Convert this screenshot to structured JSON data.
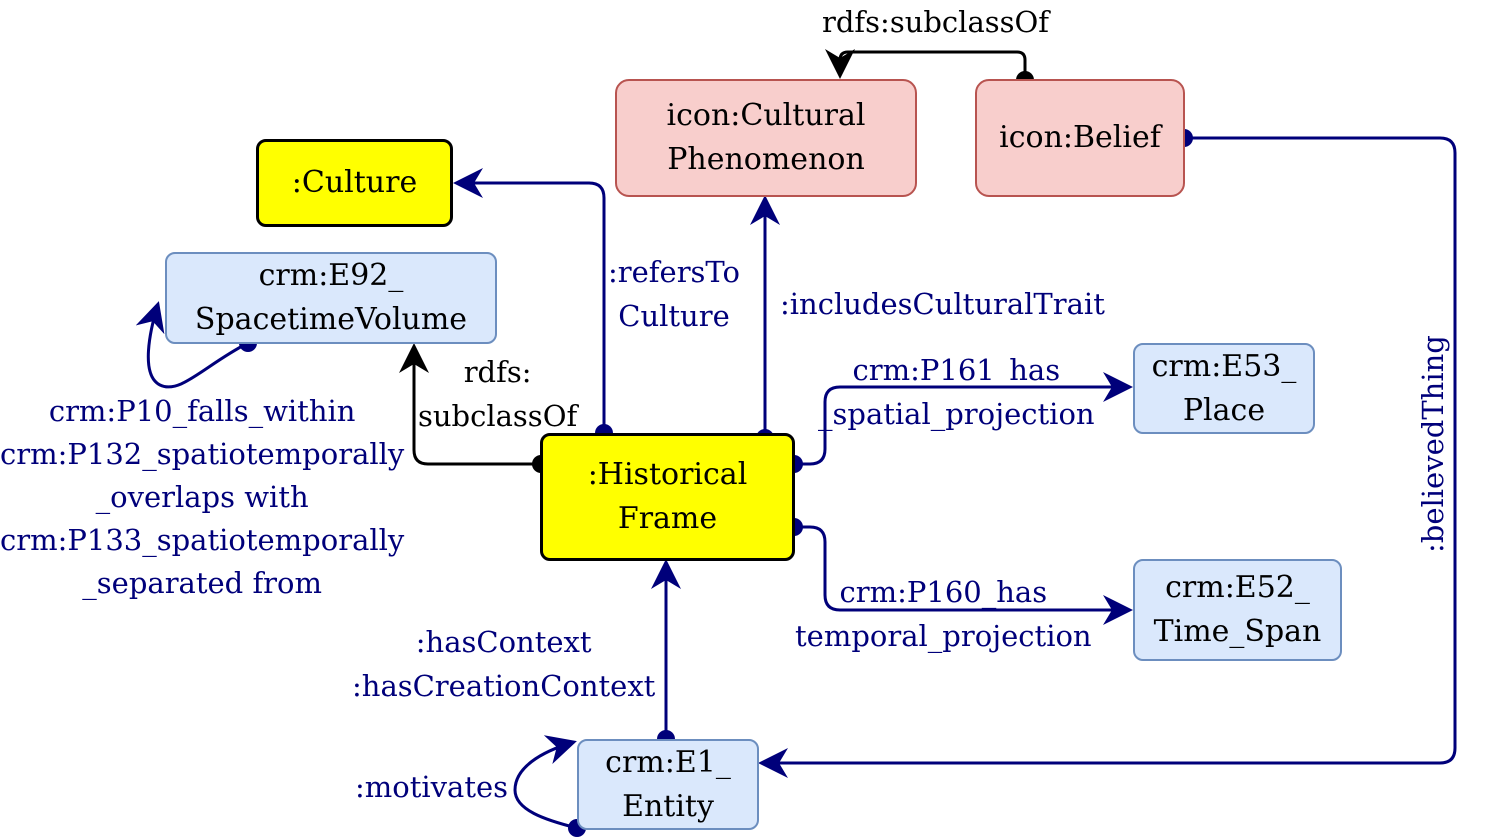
{
  "nodes": {
    "culture": ":Culture",
    "cultural_phenomenon": [
      "icon:Cultural",
      "Phenomenon"
    ],
    "belief": "icon:Belief",
    "spacetime_volume": [
      "crm:E92_",
      "SpacetimeVolume"
    ],
    "historical_frame": [
      ":Historical",
      "Frame"
    ],
    "place": [
      "crm:E53_",
      "Place"
    ],
    "time_span": [
      "crm:E52_",
      "Time_Span"
    ],
    "entity": [
      "crm:E1_",
      "Entity"
    ]
  },
  "edges": {
    "subclass_top": "rdfs:subclassOf",
    "refers_to_culture": [
      ":refersTo",
      "Culture"
    ],
    "includes_cultural_trait": ":includesCulturalTrait",
    "subclass_left": [
      "rdfs:",
      "subclassOf"
    ],
    "spacetime_relations": [
      "crm:P10_falls_within",
      "crm:P132_spatiotemporally",
      "_overlaps with",
      "crm:P133_spatiotemporally",
      "_separated from"
    ],
    "spatial_projection": [
      "crm:P161_has",
      "_spatial_projection"
    ],
    "temporal_projection": [
      "crm:P160_has",
      "temporal_projection"
    ],
    "has_context": [
      ":hasContext",
      ":hasCreationContext"
    ],
    "motivates": ":motivates",
    "believed_thing": ":believedThing"
  },
  "colors": {
    "edge": "#00007a",
    "yellow_fill": "#ffff00",
    "pink_fill": "#f8cecc",
    "pink_border": "#b85450",
    "blue_fill": "#dae8fc",
    "blue_border": "#6c8ebf"
  }
}
